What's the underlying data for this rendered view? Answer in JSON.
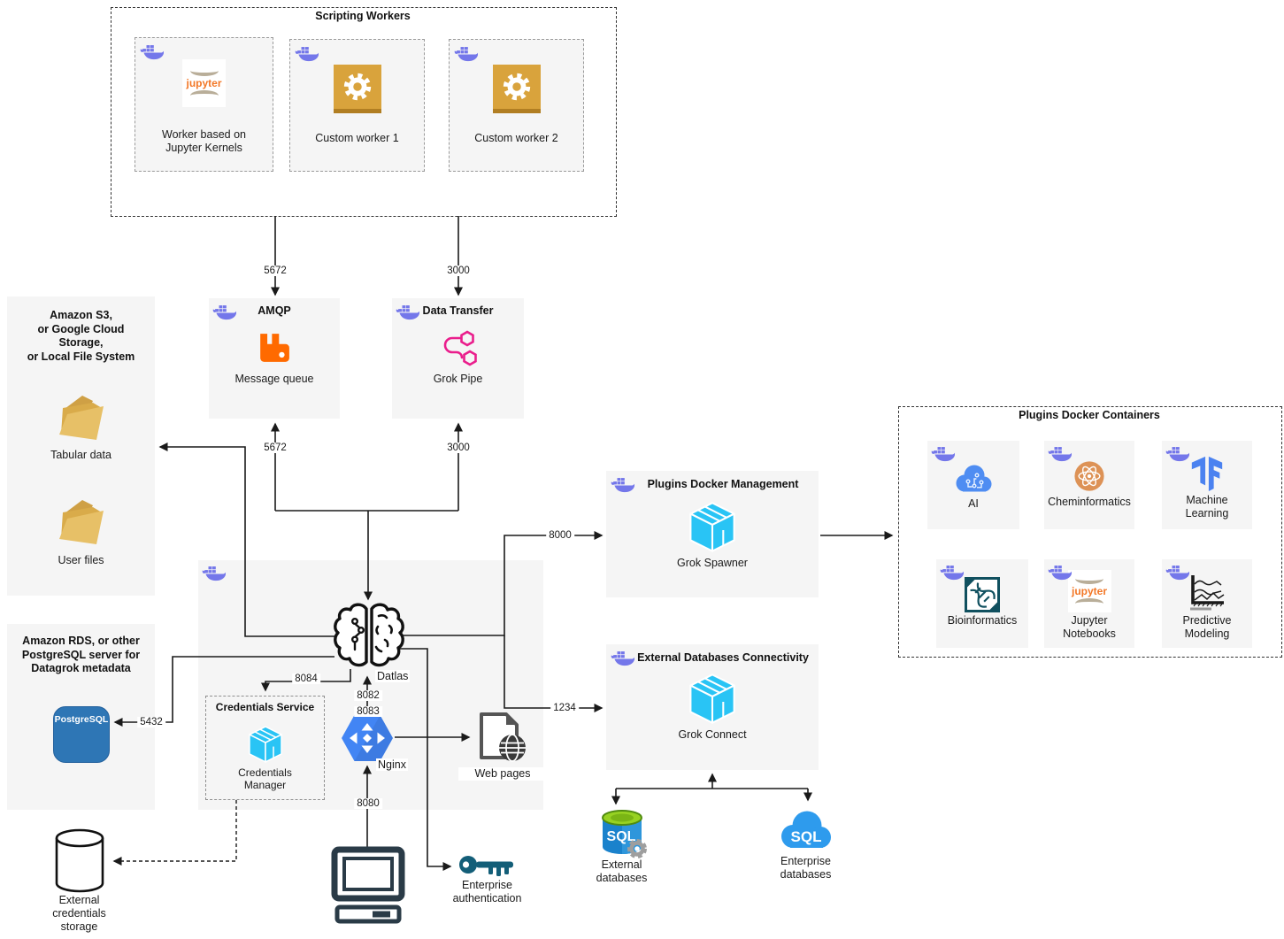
{
  "scripting": {
    "title": "Scripting Workers",
    "jupyter_logo": "jupyter",
    "workers": [
      {
        "label": "Worker based on\nJupyter Kernels"
      },
      {
        "label": "Custom worker 1"
      },
      {
        "label": "Custom worker 2"
      }
    ]
  },
  "amqp": {
    "title": "AMQP",
    "label": "Message queue"
  },
  "data_transfer": {
    "title": "Data Transfer",
    "label": "Grok Pipe"
  },
  "storage": {
    "title": "Amazon S3,\nor Google Cloud\nStorage,\nor Local File System",
    "items": [
      {
        "label": "Tabular data"
      },
      {
        "label": "User files"
      }
    ]
  },
  "metadata_db": {
    "title": "Amazon RDS, or other\nPostgreSQL server for\nDatagrok metadata",
    "badge": "PostgreSQL"
  },
  "datlas": {
    "label": "Datlas"
  },
  "credentials": {
    "title": "Credentials Service",
    "label": "Credentials\nManager"
  },
  "nginx": {
    "label": "Nginx"
  },
  "web_pages": {
    "label": "Web pages"
  },
  "plugins_mgmt": {
    "title": "Plugins Docker Management",
    "label": "Grok Spawner"
  },
  "ext_db_conn": {
    "title": "External Databases Connectivity",
    "label": "Grok Connect"
  },
  "plugins": {
    "title": "Plugins Docker Containers",
    "jupyter_logo": "jupyter",
    "tiles": [
      {
        "label": "AI"
      },
      {
        "label": "Cheminformatics"
      },
      {
        "label": "Machine\nLearning"
      },
      {
        "label": "Bioinformatics"
      },
      {
        "label": "Jupyter\nNotebooks"
      },
      {
        "label": "Predictive\nModeling"
      }
    ]
  },
  "external_databases": {
    "label": "External\ndatabases",
    "icon_text": "SQL"
  },
  "enterprise_databases": {
    "label": "Enterprise\ndatabases",
    "icon_text": "SQL"
  },
  "ext_credentials": {
    "label": "External\ncredentials\nstorage"
  },
  "enterprise_auth": {
    "label": "Enterprise\nauthentication"
  },
  "ports": {
    "scripting_to_amqp": "5672",
    "scripting_to_data_transfer": "3000",
    "amqp_to_datlas": "5672",
    "data_transfer_to_datlas": "3000",
    "datlas_to_spawner": "8000",
    "datlas_to_grok_connect": "1234",
    "datlas_to_credentials": "8084",
    "nginx_to_datlas_1": "8082",
    "nginx_to_datlas_2": "8083",
    "client_to_nginx": "8080",
    "datlas_to_postgres": "5432"
  },
  "colors": {
    "docker": "#7477ea",
    "cube": "#29c4f5",
    "rabbitmq": "#ff6a00",
    "grok_pipe": "#ea1e8c",
    "nginx_hex": "#4285f4",
    "postgres_badge": "#2e76b5",
    "gear_tile": "#d9a33c",
    "box_bg": "#f5f5f5"
  }
}
